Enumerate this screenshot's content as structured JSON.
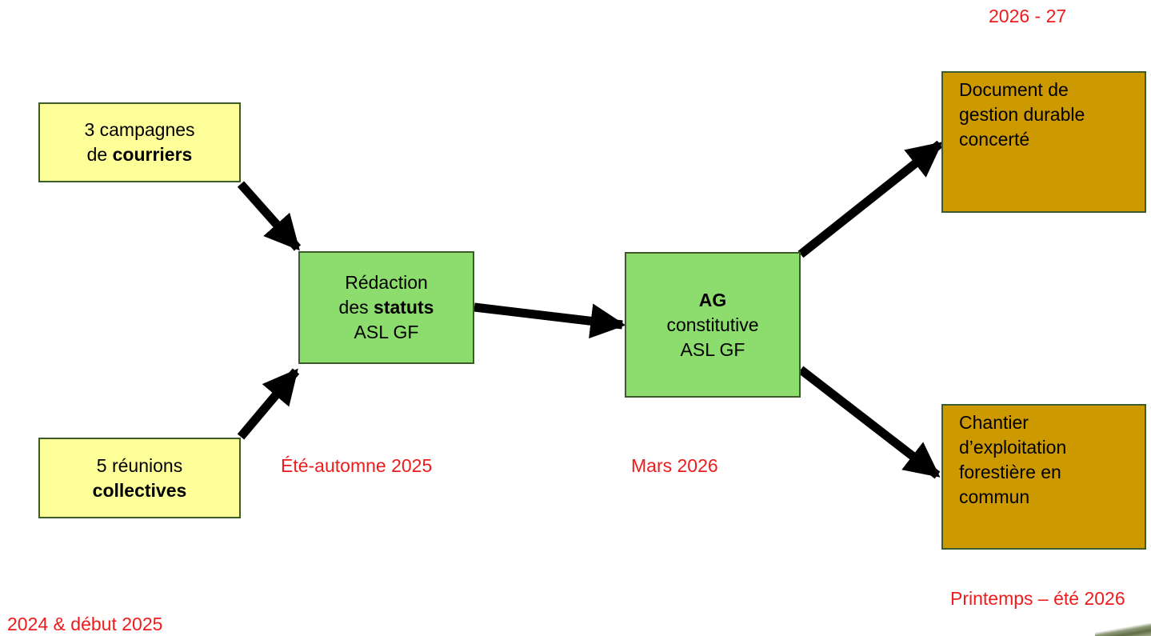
{
  "boxes": {
    "courriers": {
      "line1": "3 campagnes",
      "line2_prefix": "de ",
      "line2_bold": "courriers"
    },
    "reunions": {
      "line1": "5 réunions",
      "line2_bold": "collectives"
    },
    "statuts": {
      "line1": "Rédaction",
      "line2_prefix": "des ",
      "line2_bold": "statuts",
      "line3": "ASL GF"
    },
    "ag": {
      "line1_bold": "AG",
      "line2": "constitutive",
      "line3": "ASL GF"
    },
    "document": {
      "line1": "Document de",
      "line2": "gestion durable",
      "line3": "concerté"
    },
    "chantier": {
      "line1": "Chantier",
      "line2": "d’exploitation",
      "line3": "forestière en",
      "line4": "commun"
    }
  },
  "dates": {
    "early": "2024 & début 2025",
    "statuts": "Été-automne 2025",
    "ag": "Mars 2026",
    "document": "2026 - 27",
    "chantier": "Printemps – été 2026"
  },
  "colors": {
    "yellow_box": "#ffff9a",
    "green_box": "#8cdc6e",
    "gold_box": "#cc9900",
    "date_text": "#ee1c1c",
    "arrow": "#000000"
  }
}
